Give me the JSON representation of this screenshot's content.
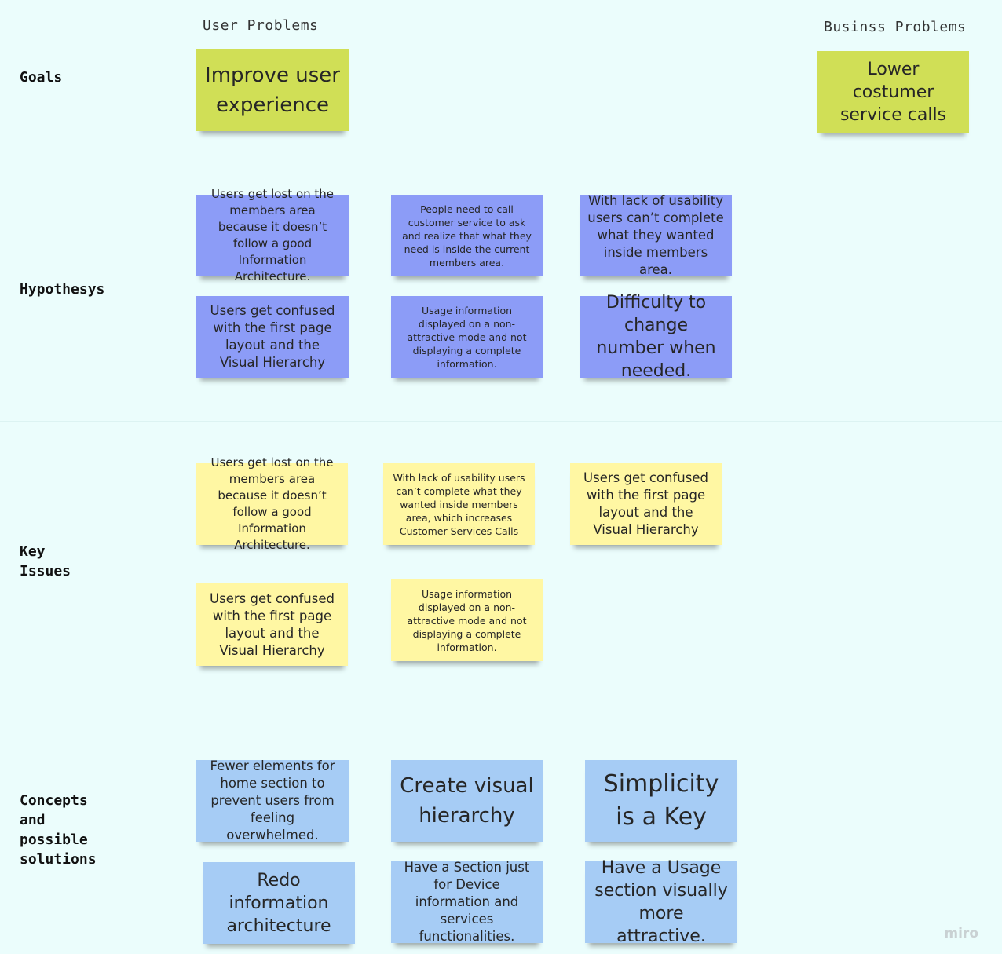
{
  "columns": {
    "user_problems": "User Problems",
    "business_problems": "Businss Problems"
  },
  "rows": {
    "goals": "Goals",
    "hypothesis": "Hypothesys",
    "key_issues": "Key\nIssues",
    "concepts": "Concepts\nand\npossible\nsolutions"
  },
  "goals": {
    "user": "Improve user experience",
    "business": "Lower costumer service calls"
  },
  "hypothesis": [
    "Users get lost on the members area because it doesn’t follow a good Information Architecture.",
    "People need to call customer service to ask and realize that what they need is inside the current members area.",
    "With lack of usability users can’t complete what they wanted inside members area.",
    "Users get confused with the first page layout and the Visual Hierarchy",
    "Usage information displayed on a non-attractive mode and not displaying a complete information.",
    "Difficulty to change number when needed."
  ],
  "key_issues": [
    "Users get lost on the members area because it doesn’t follow a good Information Architecture.",
    "With lack of usability users can’t complete what they wanted inside members area, which increases Customer Services Calls",
    "Users get confused with the first page layout and the Visual Hierarchy",
    "Users get confused with the first page layout and the Visual Hierarchy",
    "Usage information displayed on a non-attractive mode and not displaying a complete information."
  ],
  "concepts": [
    "Fewer elements for home section to prevent users from feeling overwhelmed.",
    "Create visual hierarchy",
    "Simplicity is a Key",
    "Redo information architecture",
    "Have a Section just for Device information and services functionalities.",
    "Have a Usage section visually more attractive."
  ],
  "watermark": "miro",
  "colors": {
    "background": "#ebfdfc",
    "goal_note": "#d0df56",
    "hypothesis_note": "#8c9cf7",
    "key_issue_note": "#fff7a3",
    "concept_note": "#a6ccf5"
  }
}
